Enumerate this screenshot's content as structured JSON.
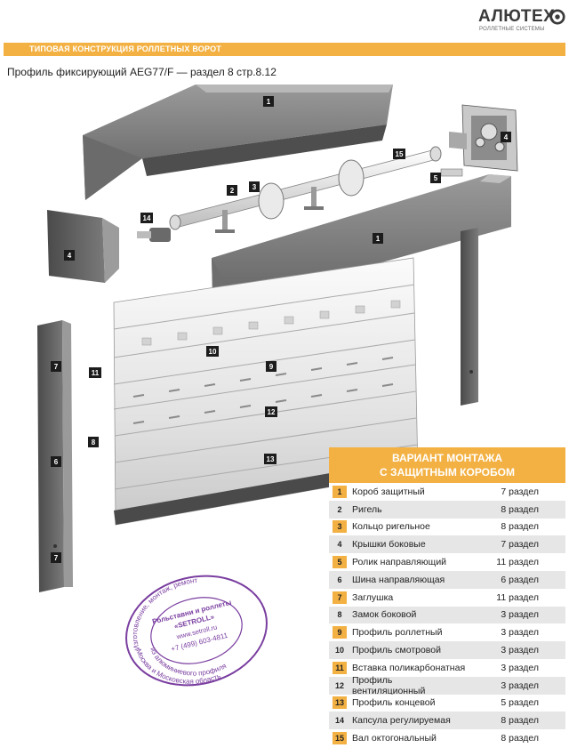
{
  "brand": {
    "name": "АЛЮТЕХ",
    "tagline": "РОЛЛЕТНЫЕ СИСТЕМЫ"
  },
  "header": {
    "title": "ТИПОВАЯ КОНСТРУКЦИЯ РОЛЛЕТНЫХ ВОРОТ"
  },
  "subtitle": "Профиль фиксирующий AEG77/F — раздел 8 стр.8.12",
  "drawing_labels": [
    "1",
    "15",
    "4",
    "2",
    "3",
    "5",
    "14",
    "4",
    "1",
    "10",
    "11",
    "9",
    "12",
    "8",
    "13",
    "7",
    "6",
    "7"
  ],
  "table": {
    "heading_line1": "ВАРИАНТ МОНТАЖА",
    "heading_line2": "С ЗАЩИТНЫМ КОРОБОМ",
    "rows": [
      {
        "num": "1",
        "name": "Короб защитный",
        "section": "7 раздел"
      },
      {
        "num": "2",
        "name": "Ригель",
        "section": "8 раздел"
      },
      {
        "num": "3",
        "name": "Кольцо ригельное",
        "section": "8 раздел"
      },
      {
        "num": "4",
        "name": "Крышки боковые",
        "section": "7 раздел"
      },
      {
        "num": "5",
        "name": "Ролик направляющий",
        "section": "11 раздел"
      },
      {
        "num": "6",
        "name": "Шина направляющая",
        "section": "6 раздел"
      },
      {
        "num": "7",
        "name": "Заглушка",
        "section": "11 раздел"
      },
      {
        "num": "8",
        "name": "Замок боковой",
        "section": "3 раздел"
      },
      {
        "num": "9",
        "name": "Профиль роллетный",
        "section": "3 раздел"
      },
      {
        "num": "10",
        "name": "Профиль смотровой",
        "section": "3 раздел"
      },
      {
        "num": "11",
        "name": "Вставка поликарбонатная",
        "section": "3 раздел"
      },
      {
        "num": "12",
        "name": "Профиль вентиляционный",
        "section": "3 раздел"
      },
      {
        "num": "13",
        "name": "Профиль концевой",
        "section": "5 раздел"
      },
      {
        "num": "14",
        "name": "Капсула регулируемая",
        "section": "8 раздел"
      },
      {
        "num": "15",
        "name": "Вал октогональный",
        "section": "8 раздел"
      }
    ]
  },
  "stamp": {
    "top_arc": "Изготовление, монтаж, ремонт",
    "line1": "Рольставни и роллеты",
    "line2": "«SETROLL»",
    "line3": "www.setroll.ru",
    "line4": "+7 (499) 603-4811",
    "bottom_arc1": "из алюминиевого профиля",
    "bottom_arc2": "Москва и Московская область"
  },
  "colors": {
    "accent": "#f3b143",
    "label_bg": "#1c1c1c",
    "stamp": "#7a3ea0"
  }
}
